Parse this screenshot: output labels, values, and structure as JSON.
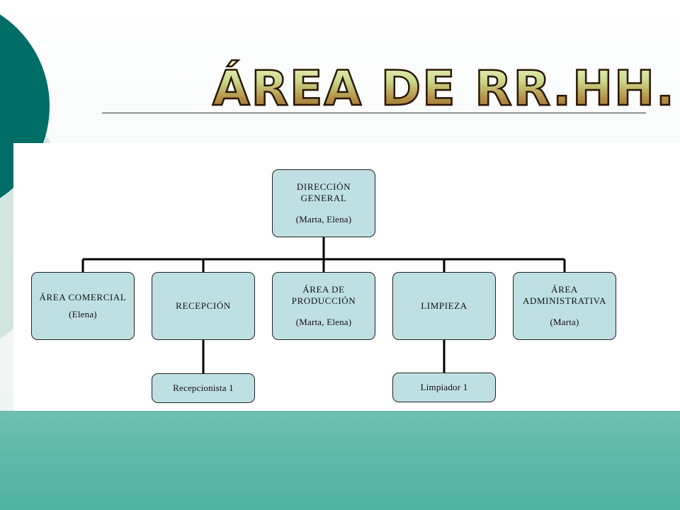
{
  "slide": {
    "title": "ÁREA DE RR.HH."
  },
  "org_chart": {
    "root": {
      "line1": "DIRECCIÓN",
      "line2": "GENERAL",
      "members": "(Marta, Elena)"
    },
    "areas": [
      {
        "line1": "ÁREA COMERCIAL",
        "line2": "",
        "members": "(Elena)"
      },
      {
        "line1": "RECEPCIÓN",
        "line2": "",
        "members": ""
      },
      {
        "line1": "ÁREA DE",
        "line2": "PRODUCCIÓN",
        "members": "(Marta, Elena)"
      },
      {
        "line1": "LIMPIEZA",
        "line2": "",
        "members": ""
      },
      {
        "line1": "ÁREA",
        "line2": "ADMINISTRATIVA",
        "members": "(Marta)"
      }
    ],
    "sub_units": [
      {
        "label": "Recepcionista 1",
        "parent": "RECEPCIÓN"
      },
      {
        "label": "Limpiador 1",
        "parent": "LIMPIEZA"
      }
    ]
  },
  "colors": {
    "node_fill": "#bfe0e3",
    "node_border": "#222222",
    "teal_dark": "#006d66",
    "teal_band": "#55b3a3",
    "title_fill_top": "#f2f6c8",
    "title_fill_bottom": "#8a5e2c"
  }
}
